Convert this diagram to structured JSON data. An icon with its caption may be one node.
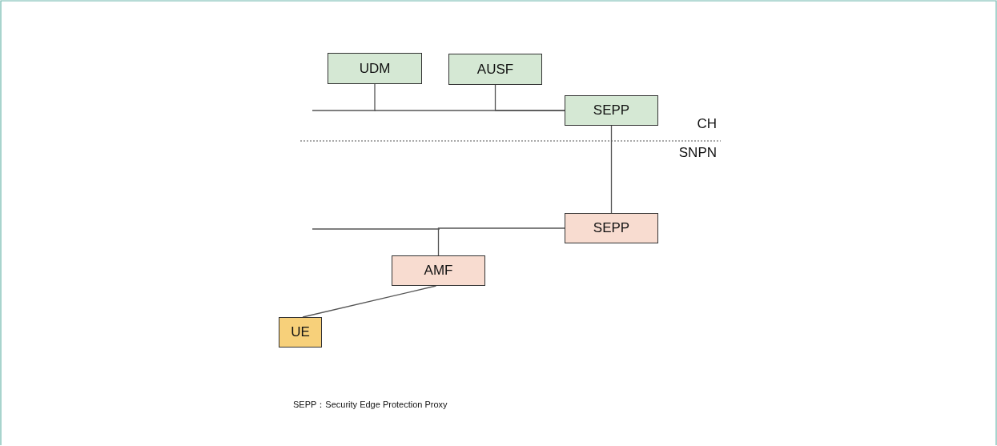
{
  "diagram": {
    "nodes": [
      {
        "text": [
          "UDM"
        ]
      },
      {
        "text": [
          "AUSF"
        ]
      },
      {
        "text": [
          "SEPP"
        ]
      },
      {
        "text": [
          "SEPP"
        ]
      },
      {
        "text": [
          "AMF"
        ]
      },
      {
        "text": [
          "UE"
        ]
      }
    ],
    "edges": [
      {
        "from": 0,
        "to": 2,
        "arrow": "none"
      },
      {
        "from": 1,
        "to": 2,
        "arrow": "none"
      },
      {
        "from": 2,
        "to": 3,
        "arrow": "none"
      },
      {
        "from": 4,
        "to": 3,
        "arrow": "none"
      },
      {
        "from": 5,
        "to": 4,
        "arrow": "none"
      }
    ],
    "labels": [
      "CH",
      "SNPN",
      "SEPP：Security Edge Protection Proxy"
    ]
  }
}
